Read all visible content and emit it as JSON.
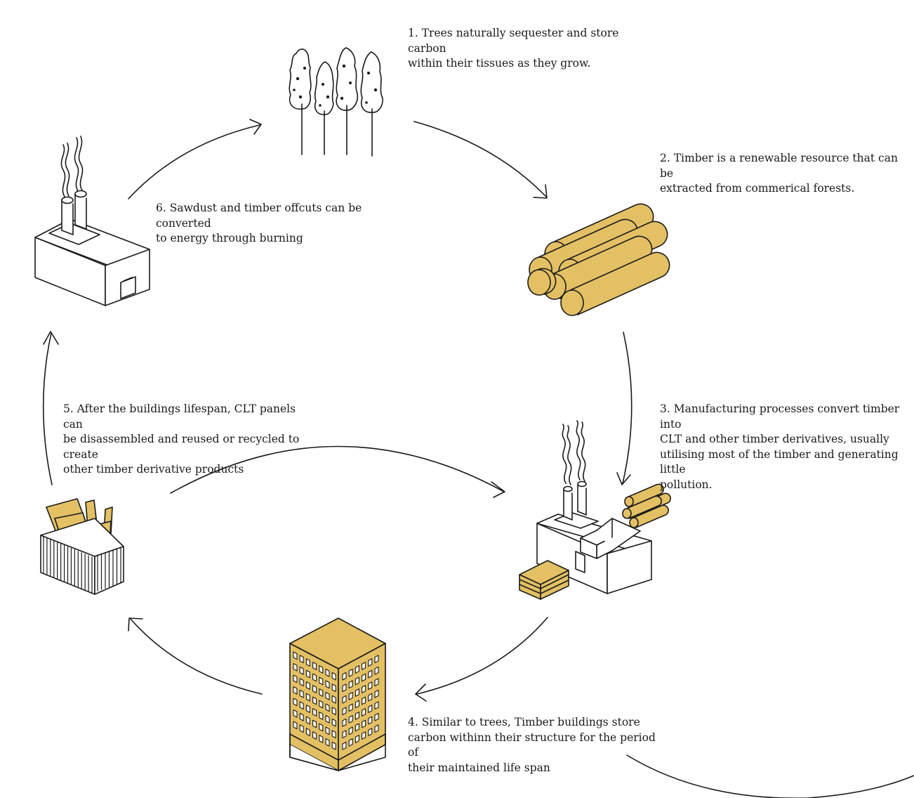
{
  "palette": {
    "timber": "#e3c064",
    "ink": "#1a1a1a",
    "background": "#ffffff"
  },
  "steps": [
    {
      "id": "trees",
      "text": "1. Trees naturally sequester and store carbon\nwithin their tissues as they grow.",
      "icon": "trees-icon"
    },
    {
      "id": "logs",
      "text": "2. Timber is a renewable resource that can be\nextracted from commerical forests.",
      "icon": "logs-icon"
    },
    {
      "id": "manufacturing",
      "text": "3. Manufacturing processes convert timber into\nCLT and other timber derivatives, usually\nutilising most of the timber and generating little\npollution.",
      "icon": "manufacturing-factory-icon"
    },
    {
      "id": "building",
      "text": "4. Similar to trees, Timber buildings store\ncarbon withinn their structure for the period of\ntheir maintained life span",
      "icon": "timber-building-icon"
    },
    {
      "id": "reuse",
      "text": "5. After the buildings lifespan, CLT panels can\nbe disassembled and reused or recycled to create\nother timber derivative products",
      "icon": "recycle-bin-icon"
    },
    {
      "id": "energy",
      "text": "6. Sawdust and timber offcuts can be converted\nto energy through burning",
      "icon": "energy-factory-icon"
    }
  ]
}
